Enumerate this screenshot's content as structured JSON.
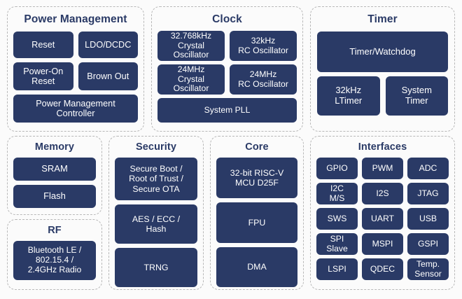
{
  "colors": {
    "block_fill": "#2a3a66",
    "block_text": "#ffffff",
    "panel_border": "#b8b8b8",
    "title_text": "#2a3a66",
    "background": "#fbfbfb"
  },
  "panels": {
    "power": {
      "title": "Power Management",
      "blocks": {
        "reset": "Reset",
        "ldo_dcdc": "LDO/DCDC",
        "power_on_reset": "Power-On\nReset",
        "brown_out": "Brown Out",
        "pm_controller": "Power Management\nController"
      }
    },
    "clock": {
      "title": "Clock",
      "blocks": {
        "xtal_32768": "32.768kHz\nCrystal\nOscillator",
        "rc_32k": "32kHz\nRC Oscillator",
        "xtal_24m": "24MHz\nCrystal\nOscillator",
        "rc_24m": "24MHz\nRC Oscillator",
        "system_pll": "System PLL"
      }
    },
    "timer": {
      "title": "Timer",
      "blocks": {
        "timer_watchdog": "Timer/Watchdog",
        "ltimer_32k": "32kHz\nLTimer",
        "system_timer": "System\nTimer"
      }
    },
    "memory": {
      "title": "Memory",
      "blocks": {
        "sram": "SRAM",
        "flash": "Flash"
      }
    },
    "rf": {
      "title": "RF",
      "blocks": {
        "radio": "Bluetooth LE /\n802.15.4 /\n2.4GHz Radio"
      }
    },
    "security": {
      "title": "Security",
      "blocks": {
        "secure_boot": "Secure Boot /\nRoot of Trust /\nSecure OTA",
        "crypto": "AES / ECC /\nHash",
        "trng": "TRNG"
      }
    },
    "core": {
      "title": "Core",
      "blocks": {
        "cpu": "32-bit RISC-V\nMCU D25F",
        "fpu": "FPU",
        "dma": "DMA"
      }
    },
    "interfaces": {
      "title": "Interfaces",
      "blocks": {
        "gpio": "GPIO",
        "pwm": "PWM",
        "adc": "ADC",
        "i2c": "I2C\nM/S",
        "i2s": "I2S",
        "jtag": "JTAG",
        "sws": "SWS",
        "uart": "UART",
        "usb": "USB",
        "spi_slave": "SPI\nSlave",
        "mspi": "MSPI",
        "gspi": "GSPI",
        "lspi": "LSPI",
        "qdec": "QDEC",
        "temp_sensor": "Temp.\nSensor"
      }
    }
  }
}
